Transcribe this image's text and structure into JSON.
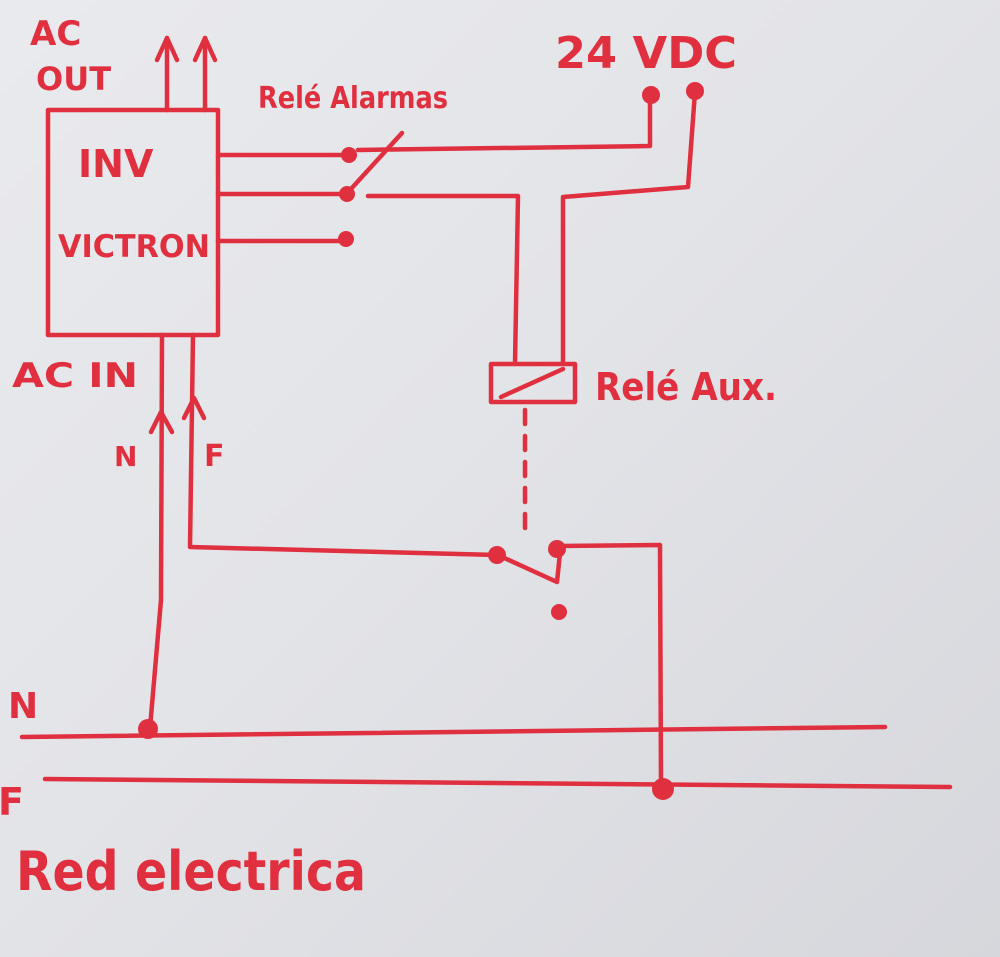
{
  "diagram": {
    "labels": {
      "ac_out_line1": "AC",
      "ac_out_line2": "OUT",
      "inverter_line1": "INV",
      "inverter_line2": "VICTRON",
      "supply": "24 VDC",
      "alarm_relay": "Relé Alarmas",
      "aux_relay": "Relé Aux.",
      "ac_in": "AC IN",
      "neutral_in": "N",
      "phase_in": "F",
      "grid_neutral": "N",
      "grid_phase": "F",
      "grid": "Red electrica"
    },
    "ink_color": "#e0303f",
    "paper_color": "#e5e6ea"
  }
}
